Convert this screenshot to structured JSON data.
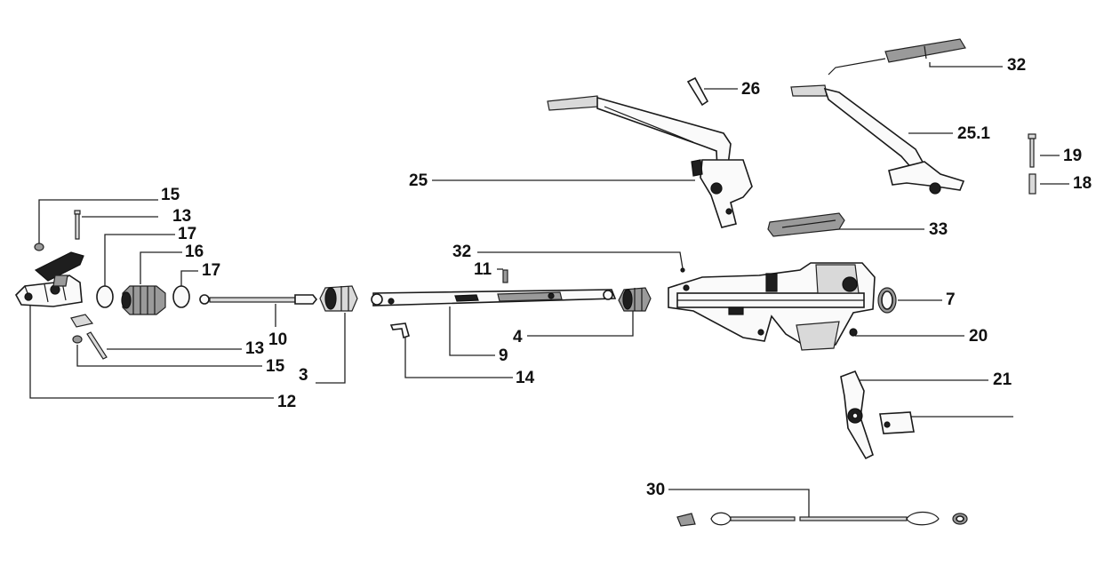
{
  "labels": {
    "p3": "3",
    "p4": "4",
    "p7": "7",
    "p9": "9",
    "p10": "10",
    "p11": "11",
    "p12": "12",
    "p13a": "13",
    "p13b": "13",
    "p14": "14",
    "p15a": "15",
    "p15b": "15",
    "p16": "16",
    "p17a": "17",
    "p17b": "17",
    "p18": "18",
    "p19": "19",
    "p20": "20",
    "p21": "21",
    "p25": "25",
    "p25_1": "25.1",
    "p26": "26",
    "p30": "30",
    "p32a": "32",
    "p32b": "32",
    "p33": "33"
  }
}
